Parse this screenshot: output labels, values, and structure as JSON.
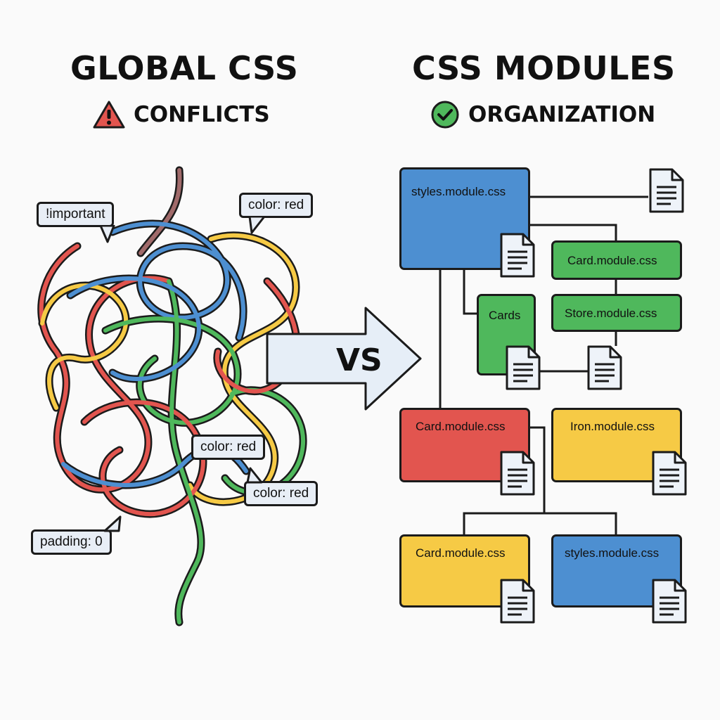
{
  "left": {
    "title": "GLOBAL CSS",
    "subtitle": "CONFLICTS",
    "subtitle_icon": "warning-icon",
    "callouts": [
      "!important",
      "color: red",
      "color: red",
      "color: red",
      "padding: 0"
    ]
  },
  "center": {
    "label": "VS"
  },
  "right": {
    "title": "CSS MODULES",
    "subtitle": "ORGANIZATION",
    "subtitle_icon": "check-circle-icon",
    "boxes": [
      {
        "label": "styles.module.css",
        "color": "#4d8fd1"
      },
      {
        "label": "Card.module.css",
        "color": "#4fb85c"
      },
      {
        "label": "Cards",
        "color": "#4fb85c"
      },
      {
        "label": "Store.module.css",
        "color": "#4fb85c"
      },
      {
        "label": "Card.module.css",
        "color": "#e2554f"
      },
      {
        "label": "Iron.module.css",
        "color": "#f6ca45"
      },
      {
        "label": "Card.module.css",
        "color": "#f6ca45"
      },
      {
        "label": "styles.module.css",
        "color": "#4d8fd1"
      }
    ]
  },
  "colors": {
    "blue": "#4d8fd1",
    "green": "#4fb85c",
    "red": "#e2554f",
    "yellow": "#f6ca45",
    "outline": "#1b1b1b",
    "arrow_fill": "#e6eef7"
  }
}
